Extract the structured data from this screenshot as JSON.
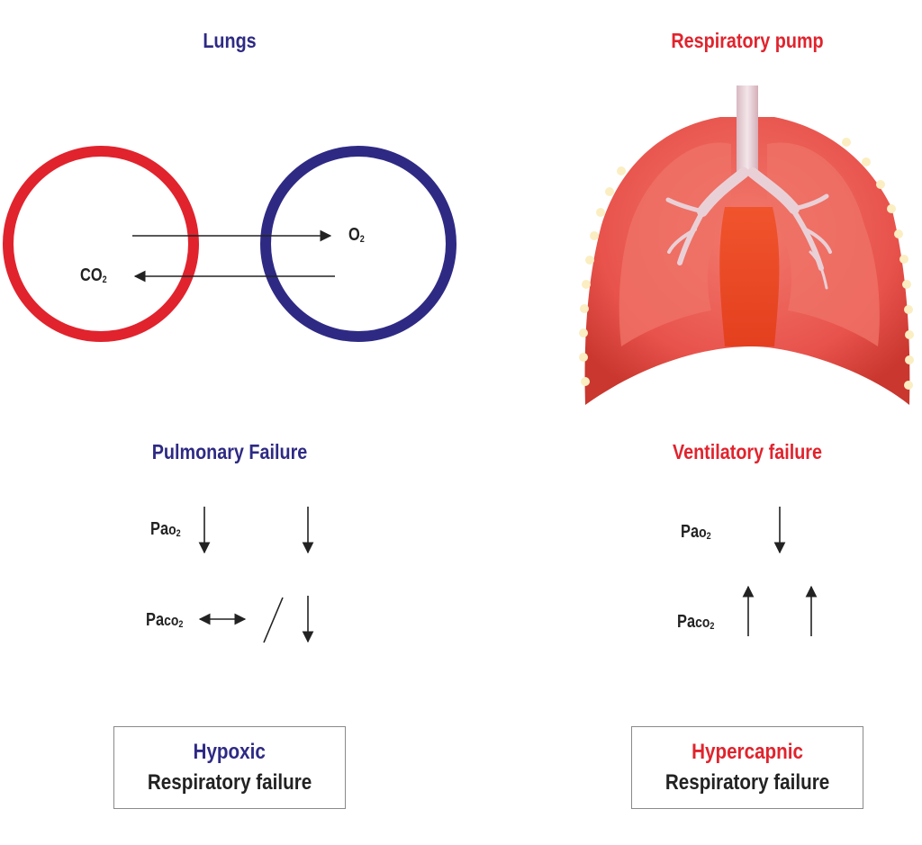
{
  "left": {
    "title": "Lungs",
    "gases": {
      "out_main": "O",
      "out_sub": "2",
      "in_main": "CO",
      "in_sub": "2"
    },
    "failure_title": "Pulmonary Failure",
    "pao2": {
      "main": "Pa",
      "mid": "o",
      "sub": "2"
    },
    "paco2": {
      "main": "Pa",
      "mid": "co",
      "sub": "2"
    },
    "box": {
      "line1": "Hypoxic",
      "line2": "Respiratory failure"
    }
  },
  "right": {
    "title": "Respiratory pump",
    "failure_title": "Ventilatory failure",
    "pao2": {
      "main": "Pa",
      "mid": "o",
      "sub": "2"
    },
    "paco2": {
      "main": "Pa",
      "mid": "co",
      "sub": "2"
    },
    "box": {
      "line1": "Hypercapnic",
      "line2": "Respiratory failure"
    }
  },
  "colors": {
    "blue": "#2e2a84",
    "red": "#e1232d",
    "lung": "#e8534c",
    "text": "#222222"
  },
  "icons": {
    "lungs_illustration": "lungs-and-diaphragm"
  }
}
